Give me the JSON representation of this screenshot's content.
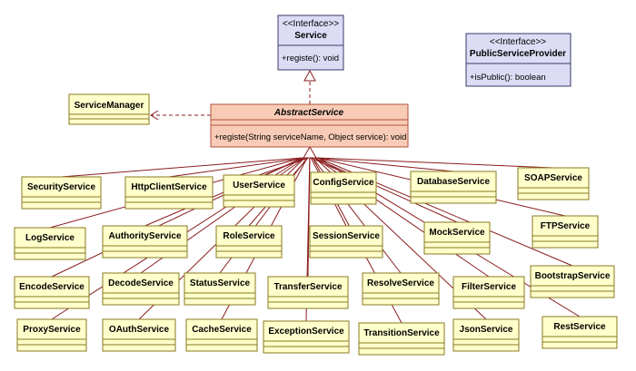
{
  "colors": {
    "interface_fill": "#dcdcf5",
    "interface_border": "#3a3a6a",
    "abstract_fill": "#f8cbb6",
    "abstract_border": "#b0503a",
    "class_fill": "#ffffcc",
    "class_border": "#8a7a20",
    "relation_line": "#8a1d1d"
  },
  "service_interface": {
    "stereotype": "<<Interface>>",
    "name": "Service",
    "method": "+registe(): void"
  },
  "public_service_provider": {
    "stereotype": "<<Interface>>",
    "name": "PublicServiceProvider",
    "method": "+isPublic(): boolean"
  },
  "service_manager": {
    "name": "ServiceManager"
  },
  "abstract_service": {
    "name": "AbstractService",
    "method": "+registe(String serviceName, Object service): void"
  },
  "services": {
    "security": "SecurityService",
    "http_client": "HttpClientService",
    "user": "UserService",
    "config": "ConfigService",
    "database": "DatabaseService",
    "soap": "SOAPService",
    "log": "LogService",
    "authority": "AuthorityService",
    "role": "RoleService",
    "session": "SessionService",
    "mock": "MockService",
    "ftp": "FTPService",
    "encode": "EncodeService",
    "decode": "DecodeService",
    "status": "StatusService",
    "transfer": "TransferService",
    "resolve": "ResolveService",
    "filter": "FilterService",
    "bootstrap": "BootstrapService",
    "proxy": "ProxyService",
    "oauth": "OAuthService",
    "cache": "CacheService",
    "exception": "ExceptionService",
    "transition": "TransitionService",
    "json": "JsonService",
    "rest": "RestService"
  }
}
